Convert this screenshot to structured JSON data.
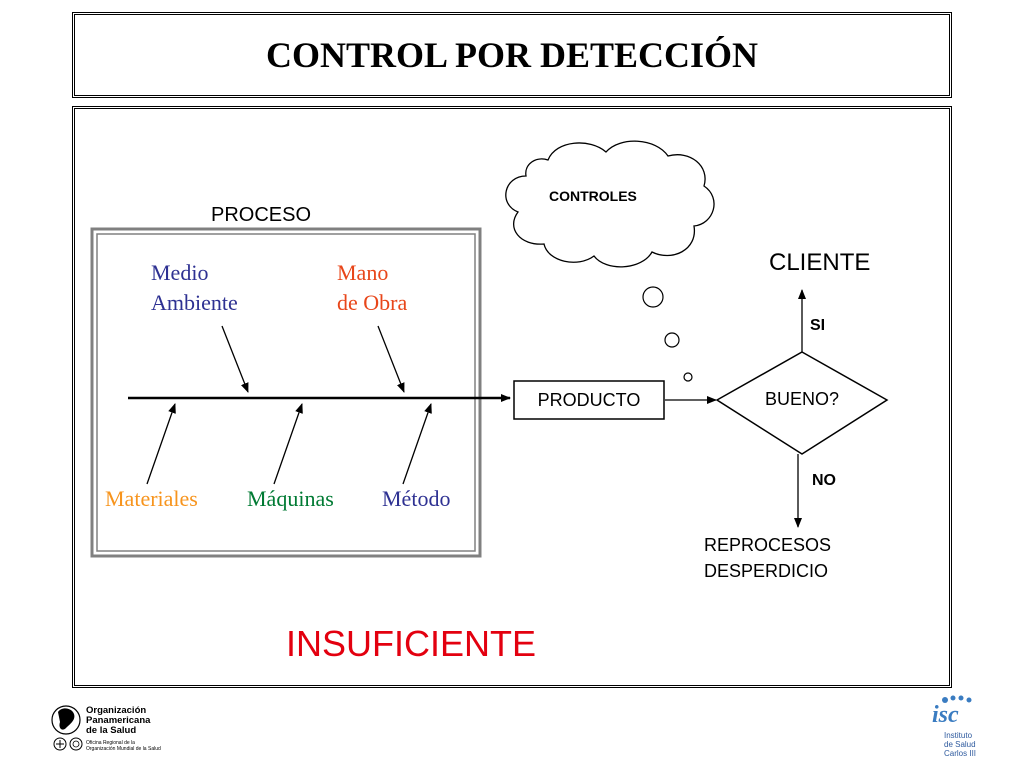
{
  "title": "CONTROL POR DETECCIÓN",
  "proceso": {
    "label": "PROCESO",
    "top_causes": [
      {
        "line1": "Medio",
        "line2": "Ambiente",
        "color": "#2e3192"
      },
      {
        "line1": "Mano",
        "line2": "de Obra",
        "color": "#e8461a"
      }
    ],
    "bottom_causes": [
      {
        "label": "Materiales",
        "color": "#f7941d"
      },
      {
        "label": "Máquinas",
        "color": "#007a33"
      },
      {
        "label": "Método",
        "color": "#2e3192"
      }
    ]
  },
  "controles": "CONTROLES",
  "producto": "PRODUCTO",
  "decision": "BUENO?",
  "yes_label": "SI",
  "no_label": "NO",
  "cliente": "CLIENTE",
  "reject": {
    "line1": "REPROCESOS",
    "line2": "DESPERDICIO"
  },
  "result": {
    "text": "INSUFICIENTE",
    "color": "#e3000f"
  },
  "logos": {
    "ops": {
      "line1": "Organización",
      "line2": "Panamericana",
      "line3": "de la Salud",
      "sub1": "Oficina Regional de la",
      "sub2": "Organización Mundial de la Salud"
    },
    "isc": {
      "mark": "isc",
      "line1": "Instituto",
      "line2": "de Salud",
      "line3": "Carlos III"
    }
  }
}
